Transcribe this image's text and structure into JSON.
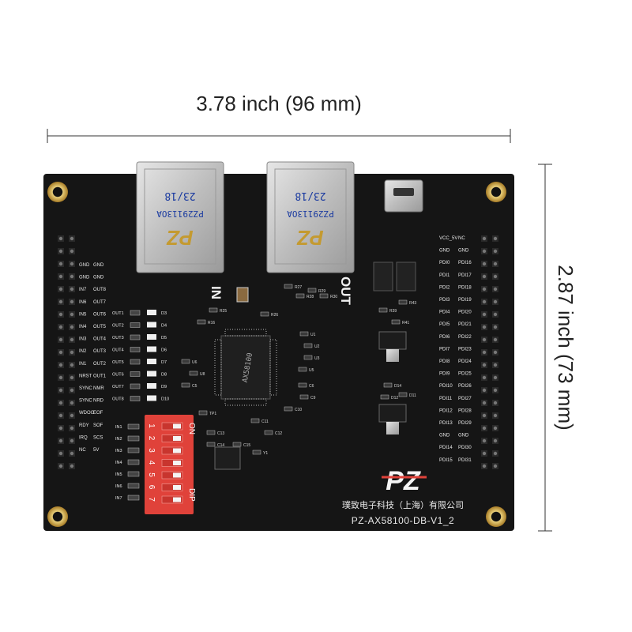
{
  "dimensions": {
    "width_label": "3.78 inch (96 mm)",
    "height_label": "2.87 inch (73 mm)"
  },
  "board": {
    "model": "PZ-AX58100-DB-V1_2",
    "company": "璞致电子科技（上海）有限公司",
    "brand": "PZ",
    "port_in_label": "IN",
    "port_out_label": "OUT",
    "rj45_code": "PZ29113OA",
    "rj45_date": "23/18",
    "chip_marking": "AX58100",
    "dip_label": "DIP",
    "dip_on_label": "ON",
    "dip_numbers": [
      "1",
      "2",
      "3",
      "4",
      "5",
      "6",
      "7"
    ],
    "left_header_labels": [
      {
        "a": "GND",
        "b": "GND"
      },
      {
        "a": "GND",
        "b": "GND"
      },
      {
        "a": "IN7",
        "b": "OUT8"
      },
      {
        "a": "IN6",
        "b": "OUT7"
      },
      {
        "a": "IN5",
        "b": "OUT6"
      },
      {
        "a": "IN4",
        "b": "OUT5"
      },
      {
        "a": "IN3",
        "b": "OUT4"
      },
      {
        "a": "IN2",
        "b": "OUT3"
      },
      {
        "a": "IN1",
        "b": "OUT2"
      },
      {
        "a": "NRST",
        "b": "OUT1"
      },
      {
        "a": "SYNC",
        "b": "NMR"
      },
      {
        "a": "SYNC",
        "b": "NRD"
      },
      {
        "a": "WDOG",
        "b": "EOF"
      },
      {
        "a": "RDY",
        "b": "SOF"
      },
      {
        "a": "IRQ",
        "b": "SCS"
      },
      {
        "a": "NC",
        "b": "5V"
      }
    ],
    "right_header_labels": [
      {
        "a": "VCC_5V",
        "b": "NC"
      },
      {
        "a": "GND",
        "b": "GND"
      },
      {
        "a": "PDI0",
        "b": "PDI16"
      },
      {
        "a": "PDI1",
        "b": "PDI17"
      },
      {
        "a": "PDI2",
        "b": "PDI18"
      },
      {
        "a": "PDI3",
        "b": "PDI19"
      },
      {
        "a": "PDI4",
        "b": "PDI20"
      },
      {
        "a": "PDI5",
        "b": "PDI21"
      },
      {
        "a": "PDI6",
        "b": "PDI22"
      },
      {
        "a": "PDI7",
        "b": "PDI23"
      },
      {
        "a": "PDI8",
        "b": "PDI24"
      },
      {
        "a": "PDI9",
        "b": "PDI25"
      },
      {
        "a": "PDI10",
        "b": "PDI26"
      },
      {
        "a": "PDI11",
        "b": "PDI27"
      },
      {
        "a": "PDI12",
        "b": "PDI28"
      },
      {
        "a": "PDI13",
        "b": "PDI29"
      },
      {
        "a": "GND",
        "b": "GND"
      },
      {
        "a": "PDI14",
        "b": "PDI30"
      },
      {
        "a": "PDI15",
        "b": "PDI31"
      }
    ],
    "led_refs": [
      "D3",
      "D4",
      "D5",
      "D6",
      "D7",
      "D8",
      "D9",
      "D10"
    ],
    "out_refs": [
      "OUT1",
      "OUT2",
      "OUT3",
      "OUT4",
      "OUT5",
      "OUT6",
      "OUT7",
      "OUT8"
    ],
    "in_refs": [
      "IN1",
      "IN2",
      "IN3",
      "IN4",
      "IN5",
      "IN6",
      "IN7"
    ],
    "misc_refs": [
      "R16",
      "R25",
      "R26",
      "R27",
      "R28",
      "R29",
      "R30",
      "U1",
      "U2",
      "U3",
      "U5",
      "U6",
      "U8",
      "C5",
      "C6",
      "C9",
      "C10",
      "C11",
      "C12",
      "C13",
      "C14",
      "C15",
      "R39",
      "R41",
      "R43",
      "D14",
      "D11",
      "D12",
      "TP1",
      "Y1"
    ]
  },
  "colors": {
    "board": "#151515",
    "silkscreen": "#e8e8e8",
    "gold": "#c9a24a",
    "dip": "#e0423a",
    "metal": "#c8c8c8",
    "rj45_print": "#1a3aa0"
  }
}
